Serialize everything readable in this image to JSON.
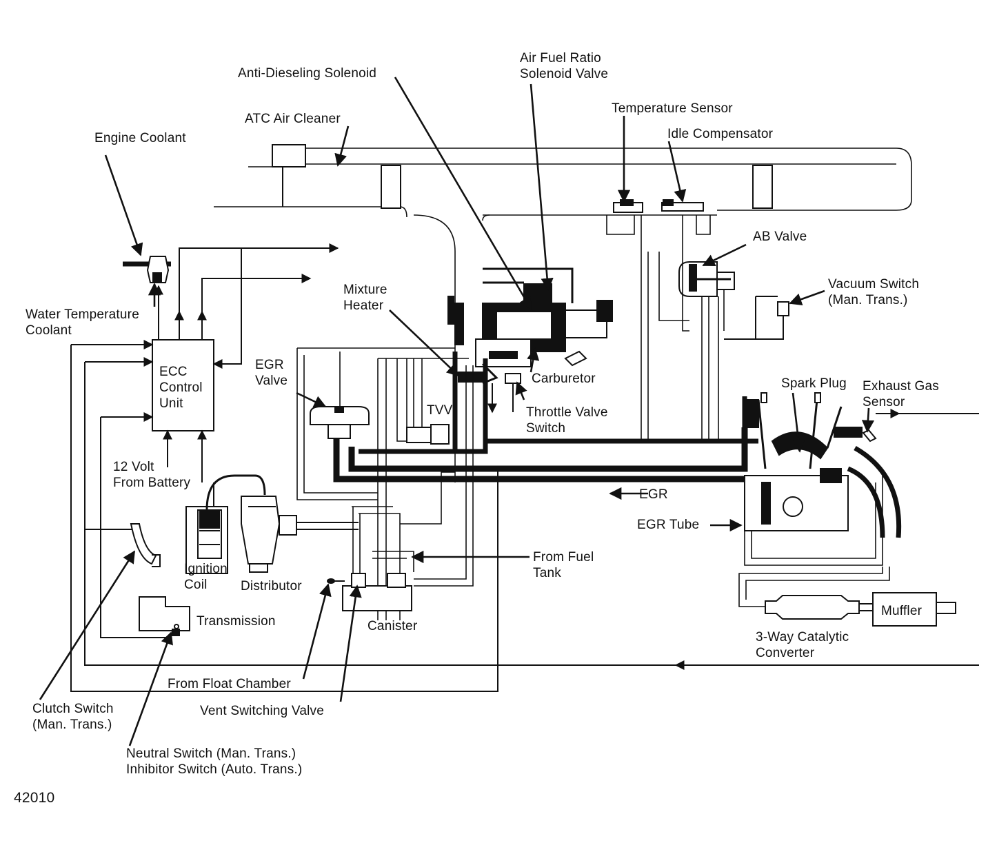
{
  "labels": {
    "anti_dieseling_solenoid": "Anti-Dieseling Solenoid",
    "air_fuel_ratio_line1": "Air Fuel Ratio",
    "air_fuel_ratio_line2": "Solenoid Valve",
    "temperature_sensor": "Temperature Sensor",
    "idle_compensator": "Idle Compensator",
    "atc_air_cleaner": "ATC Air Cleaner",
    "engine_coolant": "Engine Coolant",
    "ab_valve": "AB Valve",
    "vacuum_switch_line1": "Vacuum Switch",
    "vacuum_switch_line2": "(Man. Trans.)",
    "water_temp_line1": "Water Temperature",
    "water_temp_line2": "Coolant",
    "mixture_heater_line1": "Mixture",
    "mixture_heater_line2": "Heater",
    "ecc_line1": "ECC",
    "ecc_line2": "Control",
    "ecc_line3": "Unit",
    "egr_valve_line1": "EGR",
    "egr_valve_line2": "Valve",
    "carburetor": "Carburetor",
    "spark_plug": "Spark Plug",
    "exhaust_gas_line1": "Exhaust Gas",
    "exhaust_gas_line2": "Sensor",
    "tvv": "TVV",
    "throttle_valve_line1": "Throttle Valve",
    "throttle_valve_line2": "Switch",
    "volt_line1": "12 Volt",
    "volt_line2": "From Battery",
    "egr_flow": "EGR",
    "egr_tube": "EGR Tube",
    "ignition_coil_line1": "Ignition",
    "ignition_coil_line2": "Coil",
    "distributor": "Distributor",
    "from_fuel_tank_line1": "From Fuel",
    "from_fuel_tank_line2": "Tank",
    "muffler": "Muffler",
    "transmission": "Transmission",
    "canister": "Canister",
    "catalytic_line1": "3-Way Catalytic",
    "catalytic_line2": "Converter",
    "from_float_chamber": "From Float Chamber",
    "clutch_switch_line1": "Clutch Switch",
    "clutch_switch_line2": "(Man. Trans.)",
    "vent_switching_valve": "Vent Switching Valve",
    "neutral_switch_line1": "Neutral Switch (Man. Trans.)",
    "neutral_switch_line2": "Inhibitor Switch (Auto. Trans.)",
    "figure_number": "42010"
  }
}
